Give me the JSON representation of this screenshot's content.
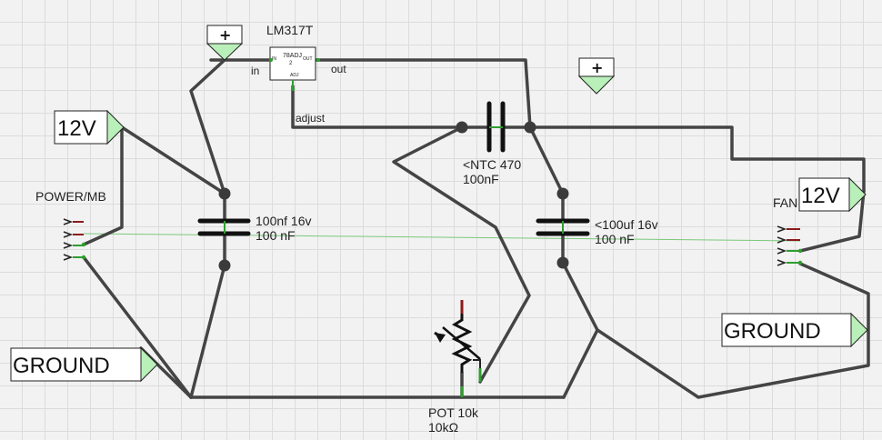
{
  "regulator": {
    "name": "LM317T",
    "chip_line1": "78ADJ",
    "chip_line2": "2",
    "pin_in": "IN",
    "pin_out": "OUT",
    "pin_adj": "ADJ",
    "in_label": "in",
    "out_label": "out",
    "adjust_label": "adjust"
  },
  "power_symbols": [
    "+",
    "+"
  ],
  "net_labels": {
    "v12_left": "12V",
    "v12_right": "12V",
    "ground_left": "GROUND",
    "ground_right": "GROUND"
  },
  "connectors": {
    "left": "POWER/MB",
    "right": "FAN"
  },
  "capacitors": {
    "c1_line1": "100nf 16v",
    "c1_line2": "100 nF",
    "c2_line1": "<NTC 470",
    "c2_line2": "100nF",
    "c3_line1": "<100uf 16v",
    "c3_line2": "100 nF"
  },
  "pot": {
    "line1": "POT 10k",
    "line2": "10kΩ"
  },
  "colors": {
    "wire": "#444444",
    "connector_end": "#2e9e2e",
    "net_tab": "#b9efb9",
    "pin_red": "#8b1a1a",
    "grid": "#dcdcdc"
  }
}
